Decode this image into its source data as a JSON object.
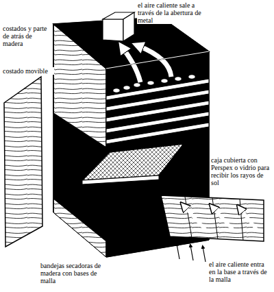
{
  "diagram": {
    "labels": [
      "el aire caliente sale a través de la abertura de metal",
      "costados y parte de atrás de madera",
      "costado movible",
      "caja cubierta con Perspex o vidrio para recibir los rayos de sol",
      "bandejas secadoras de madera con bases de malla",
      "el aire caliente entra en la base a través de la malla"
    ]
  }
}
